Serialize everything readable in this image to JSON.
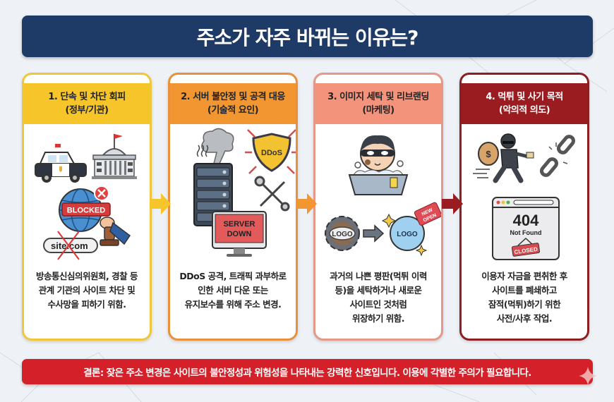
{
  "title": "주소가 자주 바뀌는 이유는?",
  "cards": [
    {
      "heading_line1": "1. 단속 및 차단 회피",
      "heading_line2": "(정부/기관)",
      "accent_color": "#f6c52a",
      "icons": [
        "police-car-icon",
        "government-building-icon",
        "blocked-globe-icon",
        "stamp-hand-icon",
        "crossed-url-icon"
      ],
      "labels": {
        "blocked": "BLOCKED",
        "url": "site.com"
      },
      "description": [
        "방송통신심의위원회, 경찰 등",
        "관계 기관의 사이트 차단 및",
        "수사망을 피하기 위함."
      ]
    },
    {
      "heading_line1": "2. 서버 불안정 및 공격 대응",
      "heading_line2": "(기술적 요인)",
      "accent_color": "#f29632",
      "icons": [
        "smoking-server-icon",
        "ddos-shield-icon",
        "tools-icon",
        "monitor-icon"
      ],
      "labels": {
        "shield": "DDoS",
        "screen_line1": "SERVER",
        "screen_line2": "DOWN"
      },
      "description": [
        "DDoS 공격, 트래픽 과부하로",
        "인한 서버 다운 또는",
        "유지보수를 위해 주소 변경."
      ]
    },
    {
      "heading_line1": "3. 이미지 세탁 및 리브랜딩",
      "heading_line2": "(마케팅)",
      "accent_color": "#f4937c",
      "icons": [
        "masked-man-bath-icon",
        "old-logo-gear-icon",
        "arrow-right-icon",
        "new-logo-icon",
        "new-open-tag-icon",
        "sparkle-icon"
      ],
      "labels": {
        "old_logo": "LOGO",
        "new_logo": "LOGO",
        "tag_line1": "NEW",
        "tag_line2": "OPEN"
      },
      "description": [
        "과거의 나쁜 평판(먹튀 이력",
        "등)을 세탁하거나 새로운",
        "사이트인 것처럼",
        "위장하기 위함."
      ]
    },
    {
      "heading_line1": "4. 먹튀 및 사기 목적",
      "heading_line2": "(악의적 의도)",
      "accent_color": "#9b1c20",
      "icons": [
        "thief-money-bag-icon",
        "broken-link-icon",
        "browser-404-icon",
        "closed-sign-icon"
      ],
      "labels": {
        "code": "404",
        "status": "Not Found",
        "sign": "CLOSED"
      },
      "description": [
        "이용자 자금을 편취한 후",
        "사이트를 폐쇄하고",
        "잠적(먹튀)하기 위한",
        "사전/사후 작업."
      ]
    }
  ],
  "arrows": [
    {
      "color": "#f6c52a"
    },
    {
      "color": "#f29632"
    },
    {
      "color": "#9b1c20"
    }
  ],
  "conclusion": "결론: 잦은 주소 변경은 사이트의 불안정성과 위험성을 나타내는 강력한 신호입니다. 이용에 각별한 주의가 필요합니다.",
  "colors": {
    "title_bg": "#1e3a66",
    "footer_bg": "#d32029",
    "page_bg": "#eef1f5"
  }
}
